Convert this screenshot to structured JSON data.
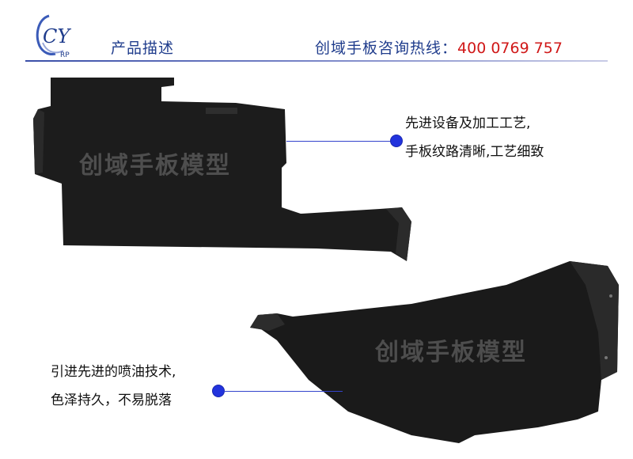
{
  "header": {
    "logo_text": "CY",
    "logo_sub": "RP",
    "section_title": "产品描述",
    "hotline_label": "创域手板咨询热线：",
    "hotline_number": "400  0769  757"
  },
  "watermarks": [
    "创域手板模型",
    "创域手板模型"
  ],
  "callouts": [
    {
      "line1": "先进设备及加工工艺,",
      "line2": "手板纹路清晰,工艺细致"
    },
    {
      "line1": "引进先进的喷油技术,",
      "line2": "色泽持久，不易脱落"
    }
  ],
  "colors": {
    "brand_blue": "#1f3c8c",
    "hotline_red": "#d01818",
    "dot_blue": "#2233dd",
    "part_black": "#1c1c1c"
  }
}
